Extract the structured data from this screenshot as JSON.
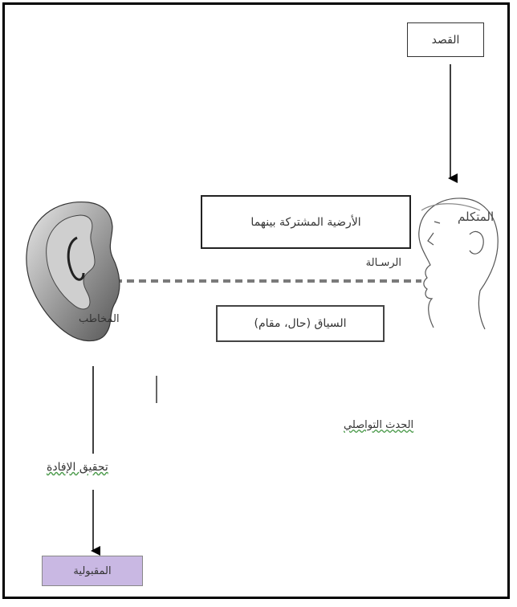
{
  "diagram": {
    "intent_label": "القصد",
    "speaker_label": "المتكلم",
    "shared_background_label": "الأرضية المشتركة بينهما",
    "message_label": "الرسـالة",
    "context_label": "السياق (حال، مقام)",
    "listener_label": "المخاطب",
    "communicative_event_label": "الحدث التواصلي",
    "achieve_benefit_label": "تحقيق الإفادة",
    "acceptability_label": "المقبولية",
    "colors": {
      "acceptability_box": "#c9b8e3",
      "frame": "#000000",
      "dashed_line": "#7a7a7a"
    }
  }
}
